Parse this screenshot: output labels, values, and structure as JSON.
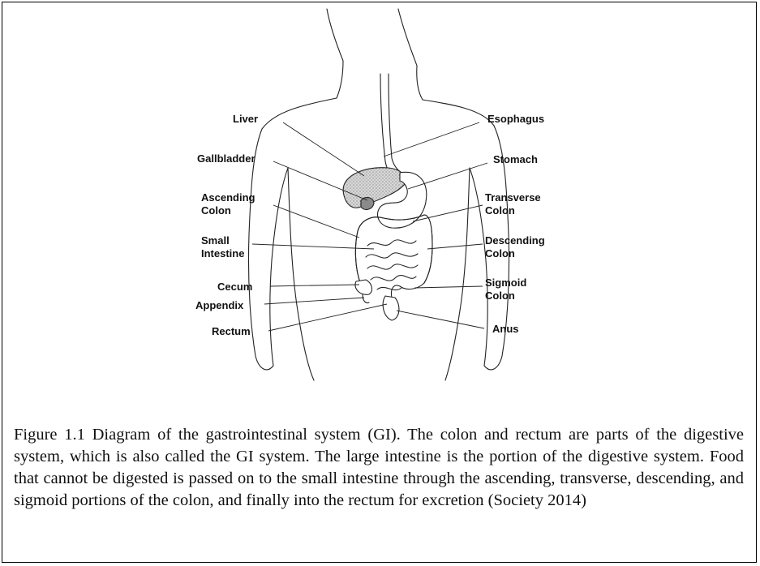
{
  "figure": {
    "caption": "Figure 1.1 Diagram of the gastrointestinal system (GI). The colon and rectum are parts of the digestive system, which is also called the GI system. The large intestine is the portion of the digestive system. Food that cannot be digested is passed on to the small intestine through the ascending, transverse, descending, and sigmoid portions of the colon, and finally into the rectum for excretion (Society 2014)"
  },
  "labels": {
    "liver": "Liver",
    "gallbladder": "Gallbladder",
    "ascending_colon_1": "Ascending",
    "ascending_colon_2": "Colon",
    "small_intestine_1": "Small",
    "small_intestine_2": "Intestine",
    "cecum": "Cecum",
    "appendix": "Appendix",
    "rectum": "Rectum",
    "esophagus": "Esophagus",
    "stomach": "Stomach",
    "transverse_colon_1": "Transverse",
    "transverse_colon_2": "Colon",
    "descending_colon_1": "Descending",
    "descending_colon_2": "Colon",
    "sigmoid_colon_1": "Sigmoid",
    "sigmoid_colon_2": "Colon",
    "anus": "Anus"
  }
}
